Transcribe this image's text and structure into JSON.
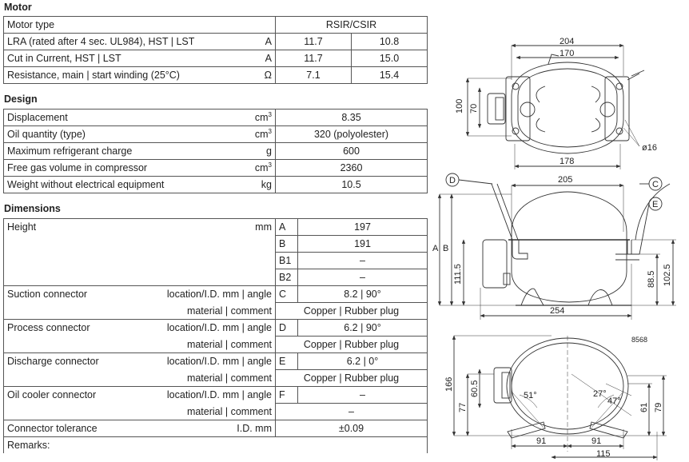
{
  "motor": {
    "title": "Motor",
    "type_label": "Motor type",
    "type_value": "RSIR/CSIR",
    "rows": [
      {
        "label": "LRA (rated after 4 sec. UL984), HST | LST",
        "unit": "A",
        "hst": "11.7",
        "lst": "10.8"
      },
      {
        "label": "Cut in Current, HST | LST",
        "unit": "A",
        "hst": "11.7",
        "lst": "15.0"
      },
      {
        "label": "Resistance, main | start winding (25°C)",
        "unit": "Ω",
        "hst": "7.1",
        "lst": "15.4"
      }
    ]
  },
  "design": {
    "title": "Design",
    "rows": [
      {
        "label": "Displacement",
        "unit": "cm",
        "unit_sup": "3",
        "value": "8.35"
      },
      {
        "label": "Oil quantity (type)",
        "unit": "cm",
        "unit_sup": "3",
        "value": "320 (polyolester)"
      },
      {
        "label": "Maximum refrigerant charge",
        "unit": "g",
        "unit_sup": "",
        "value": "600"
      },
      {
        "label": "Free gas volume in compressor",
        "unit": "cm",
        "unit_sup": "3",
        "value": "2360"
      },
      {
        "label": "Weight without electrical equipment",
        "unit": "kg",
        "unit_sup": "",
        "value": "10.5"
      }
    ]
  },
  "dimensions": {
    "title": "Dimensions",
    "height_label": "Height",
    "height_unit": "mm",
    "heights": [
      {
        "key": "A",
        "value": "197"
      },
      {
        "key": "B",
        "value": "191"
      },
      {
        "key": "B1",
        "value": "–"
      },
      {
        "key": "B2",
        "value": "–"
      }
    ],
    "loc_label": "location/I.D. mm | angle",
    "mat_label": "material | comment",
    "connectors": [
      {
        "label": "Suction connector",
        "key": "C",
        "loc": "8.2 | 90°",
        "mat": "Copper | Rubber plug"
      },
      {
        "label": "Process connector",
        "key": "D",
        "loc": "6.2 | 90°",
        "mat": "Copper | Rubber plug"
      },
      {
        "label": "Discharge connector",
        "key": "E",
        "loc": "6.2 | 0°",
        "mat": "Copper | Rubber plug"
      },
      {
        "label": "Oil cooler connector",
        "key": "F",
        "loc": "–",
        "mat": "–"
      }
    ],
    "tolerance_label": "Connector tolerance",
    "tolerance_unit": "I.D. mm",
    "tolerance_value": "±0.09",
    "remarks_label": "Remarks:"
  },
  "drawing": {
    "top": {
      "d204": "204",
      "d170": "170",
      "d100": "100",
      "d70": "70",
      "d178": "178",
      "dhole": "ø16"
    },
    "side": {
      "d205": "205",
      "lblA": "A",
      "lblB": "B",
      "d111": "111.5",
      "d88": "88.5",
      "d102": "102.5",
      "d254": "254",
      "cD": "D",
      "cC": "C",
      "cE": "E"
    },
    "bottom": {
      "code": "8568",
      "d166": "166",
      "d60": "60.5",
      "d77": "77",
      "a51": "51°",
      "a27": "27°",
      "a47": "47°",
      "d61": "61",
      "d79": "79",
      "d91a": "91",
      "d91b": "91",
      "d115": "115"
    }
  }
}
